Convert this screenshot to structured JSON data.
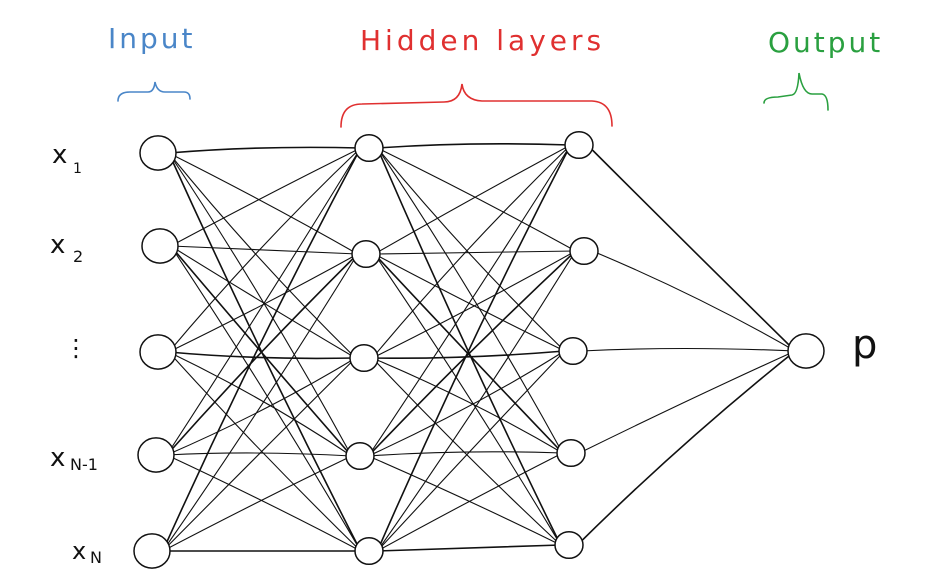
{
  "labels": {
    "input": "Input",
    "hidden": "Hidden layers",
    "output": "Output",
    "output_node": "p"
  },
  "inputs": [
    {
      "label": "x",
      "sub": "1"
    },
    {
      "label": "x",
      "sub": "2"
    },
    {
      "label": "⋮",
      "sub": ""
    },
    {
      "label": "x",
      "sub": "N-1"
    },
    {
      "label": "x",
      "sub": "N"
    }
  ],
  "colors": {
    "input": "#4a86c8",
    "hidden": "#e03030",
    "output": "#2aa040",
    "ink": "#111111"
  }
}
